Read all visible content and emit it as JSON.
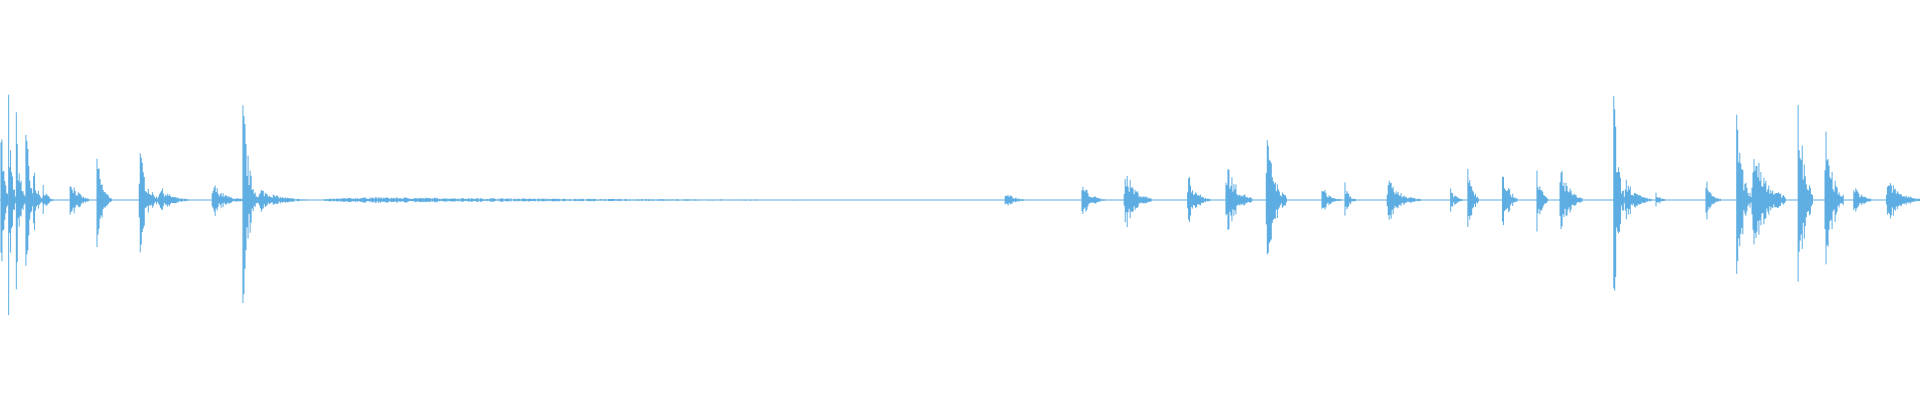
{
  "waveform": {
    "color": "#5dade2",
    "background": "#ffffff",
    "segments": [
      {
        "start": 0.0,
        "end": 0.004,
        "peak": 0.82
      },
      {
        "start": 0.004,
        "end": 0.008,
        "peak": 0.85
      },
      {
        "start": 0.008,
        "end": 0.013,
        "peak": 0.65
      },
      {
        "start": 0.013,
        "end": 0.017,
        "peak": 0.88
      },
      {
        "start": 0.017,
        "end": 0.022,
        "peak": 0.3
      },
      {
        "start": 0.022,
        "end": 0.028,
        "peak": 0.12
      },
      {
        "start": 0.036,
        "end": 0.046,
        "peak": 0.18
      },
      {
        "start": 0.05,
        "end": 0.058,
        "peak": 0.32
      },
      {
        "start": 0.072,
        "end": 0.082,
        "peak": 0.38
      },
      {
        "start": 0.082,
        "end": 0.098,
        "peak": 0.1
      },
      {
        "start": 0.11,
        "end": 0.126,
        "peak": 0.12
      },
      {
        "start": 0.126,
        "end": 0.134,
        "peak": 0.8
      },
      {
        "start": 0.134,
        "end": 0.16,
        "peak": 0.08
      },
      {
        "start": 0.16,
        "end": 0.56,
        "peak": 0.02
      },
      {
        "start": 0.523,
        "end": 0.535,
        "peak": 0.06
      },
      {
        "start": 0.563,
        "end": 0.575,
        "peak": 0.12
      },
      {
        "start": 0.585,
        "end": 0.6,
        "peak": 0.22
      },
      {
        "start": 0.618,
        "end": 0.63,
        "peak": 0.18
      },
      {
        "start": 0.638,
        "end": 0.652,
        "peak": 0.28
      },
      {
        "start": 0.659,
        "end": 0.67,
        "peak": 0.48
      },
      {
        "start": 0.688,
        "end": 0.698,
        "peak": 0.1
      },
      {
        "start": 0.7,
        "end": 0.706,
        "peak": 0.12
      },
      {
        "start": 0.722,
        "end": 0.74,
        "peak": 0.14
      },
      {
        "start": 0.755,
        "end": 0.762,
        "peak": 0.1
      },
      {
        "start": 0.764,
        "end": 0.77,
        "peak": 0.38
      },
      {
        "start": 0.782,
        "end": 0.79,
        "peak": 0.3
      },
      {
        "start": 0.8,
        "end": 0.806,
        "peak": 0.26
      },
      {
        "start": 0.812,
        "end": 0.824,
        "peak": 0.26
      },
      {
        "start": 0.84,
        "end": 0.846,
        "peak": 0.88
      },
      {
        "start": 0.846,
        "end": 0.86,
        "peak": 0.15
      },
      {
        "start": 0.862,
        "end": 0.868,
        "peak": 0.06
      },
      {
        "start": 0.888,
        "end": 0.896,
        "peak": 0.15
      },
      {
        "start": 0.904,
        "end": 0.912,
        "peak": 0.68
      },
      {
        "start": 0.912,
        "end": 0.93,
        "peak": 0.45
      },
      {
        "start": 0.936,
        "end": 0.944,
        "peak": 0.88
      },
      {
        "start": 0.95,
        "end": 0.96,
        "peak": 0.6
      },
      {
        "start": 0.965,
        "end": 0.975,
        "peak": 0.12
      },
      {
        "start": 0.982,
        "end": 1.0,
        "peak": 0.16
      }
    ]
  }
}
